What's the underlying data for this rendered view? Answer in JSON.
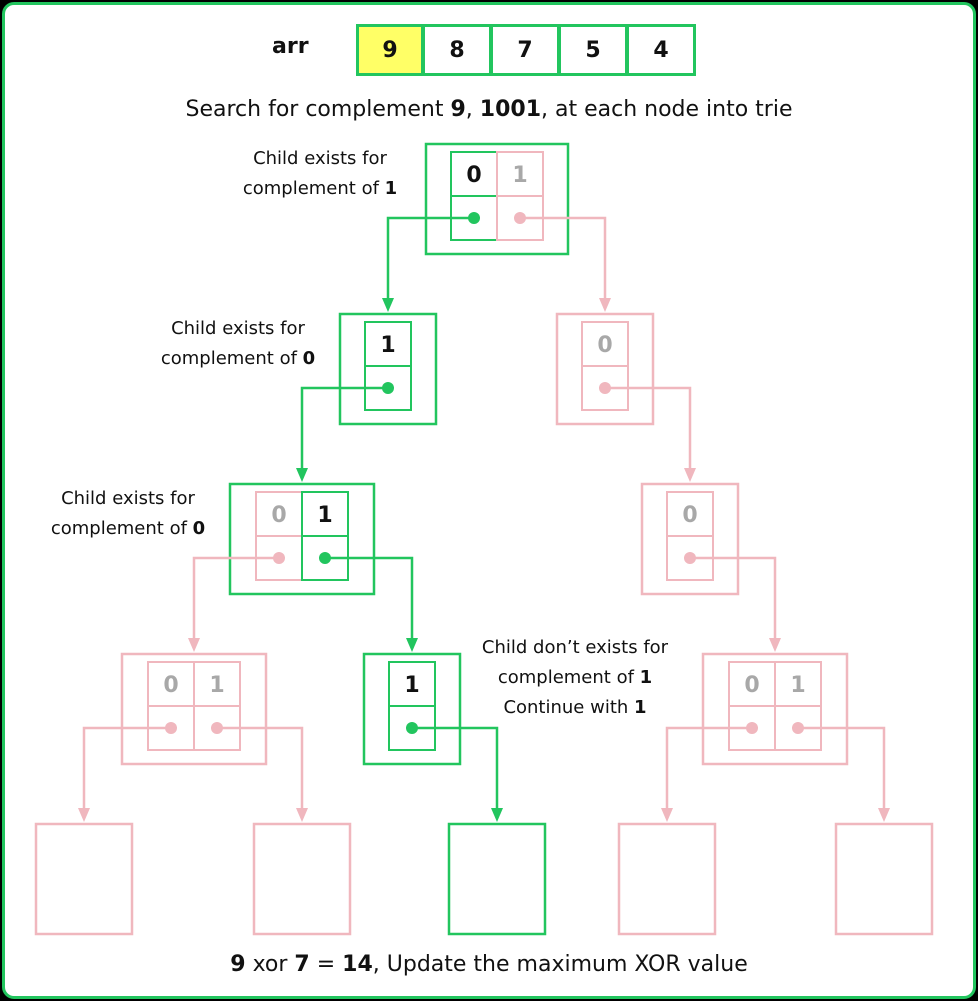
{
  "array": {
    "label": "arr",
    "values": [
      "9",
      "8",
      "7",
      "5",
      "4"
    ],
    "highlight_index": 0
  },
  "caption_top": {
    "prefix": "Search for complement ",
    "num": "9",
    "sep": ", ",
    "bits": "1001",
    "suffix": ", at each node into trie"
  },
  "notes": {
    "level1": {
      "line1": "Child exists for",
      "line2_prefix": "complement of ",
      "line2_bold": "1"
    },
    "level2": {
      "line1": "Child exists for",
      "line2_prefix": "complement of ",
      "line2_bold": "0"
    },
    "level3": {
      "line1": "Child exists for",
      "line2_prefix": "complement of ",
      "line2_bold": "0"
    },
    "level4": {
      "line1": "Child don’t exists for",
      "line2_prefix": "complement of ",
      "line2_bold": "1",
      "line3_prefix": "Continue with ",
      "line3_bold": "1"
    }
  },
  "caption_bottom": {
    "a": "9",
    "op": " xor ",
    "b": "7",
    "eq": " = ",
    "result": "14",
    "suffix": ", Update the maximum XOR value"
  },
  "colors": {
    "active": "#22c55e",
    "inactive": "#f0b7be",
    "inactive_text": "#a8a8a8",
    "highlight": "#ffff66",
    "frame_bg": "#ffffff",
    "outer_bg": "#000000"
  },
  "trie": {
    "nodes": [
      {
        "id": "root",
        "state": "active",
        "cells": [
          {
            "bit": "0",
            "state": "active"
          },
          {
            "bit": "1",
            "state": "inactive"
          }
        ]
      },
      {
        "id": "L2-left",
        "state": "active",
        "cells": [
          {
            "bit": "1",
            "state": "active"
          }
        ]
      },
      {
        "id": "L2-right",
        "state": "inactive",
        "cells": [
          {
            "bit": "0",
            "state": "inactive"
          }
        ]
      },
      {
        "id": "L3-left",
        "state": "active",
        "cells": [
          {
            "bit": "0",
            "state": "inactive"
          },
          {
            "bit": "1",
            "state": "active"
          }
        ]
      },
      {
        "id": "L3-right",
        "state": "inactive",
        "cells": [
          {
            "bit": "0",
            "state": "inactive"
          }
        ]
      },
      {
        "id": "L4-a",
        "state": "inactive",
        "cells": [
          {
            "bit": "0",
            "state": "inactive"
          },
          {
            "bit": "1",
            "state": "inactive"
          }
        ]
      },
      {
        "id": "L4-b",
        "state": "active",
        "cells": [
          {
            "bit": "1",
            "state": "active"
          }
        ]
      },
      {
        "id": "L4-c",
        "state": "inactive",
        "cells": [
          {
            "bit": "0",
            "state": "inactive"
          },
          {
            "bit": "1",
            "state": "inactive"
          }
        ]
      },
      {
        "id": "leaf-1",
        "state": "inactive",
        "cells": []
      },
      {
        "id": "leaf-2",
        "state": "inactive",
        "cells": []
      },
      {
        "id": "leaf-3",
        "state": "active",
        "cells": []
      },
      {
        "id": "leaf-4",
        "state": "inactive",
        "cells": []
      },
      {
        "id": "leaf-5",
        "state": "inactive",
        "cells": []
      }
    ]
  }
}
